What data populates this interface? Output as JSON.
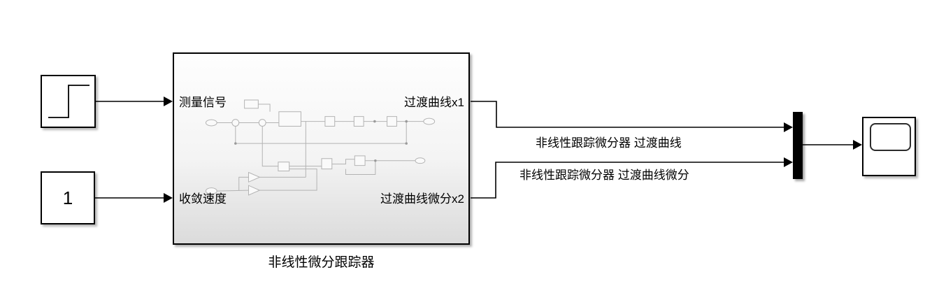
{
  "diagram": {
    "blocks": {
      "step_source": {
        "icon": "step-signal-icon"
      },
      "constant": {
        "value": "1"
      },
      "subsystem": {
        "caption": "非线性微分跟踪器",
        "ports": {
          "in1": "测量信号",
          "in2": "收敛速度",
          "out1": "过渡曲线x1",
          "out2": "过渡曲线微分x2"
        }
      },
      "mux": {
        "icon": "mux-bar-icon"
      },
      "scope": {
        "icon": "scope-screen-icon"
      }
    },
    "signal_labels": {
      "line1": "非线性跟踪微分器 过渡曲线",
      "line2": "非线性跟踪微分器 过渡曲线微分"
    },
    "colors": {
      "wire": "#000000",
      "block_border": "#000000",
      "block_fill": "#ffffff",
      "subsystem_gradient_top": "#fefefe",
      "subsystem_gradient_bottom": "#dbdbdb",
      "mux_fill": "#000000",
      "preview_stroke": "#b3b3b3",
      "canvas_background": "#ffffff"
    }
  }
}
